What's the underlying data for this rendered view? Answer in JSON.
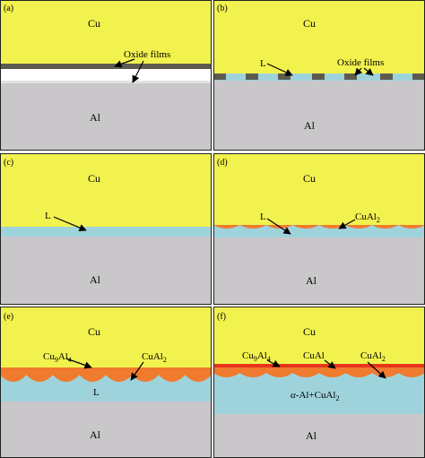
{
  "colors": {
    "copper": "#f2f24f",
    "aluminium": "#c9c7c9",
    "liquid": "#9fd3dc",
    "cual2": "#f07a2e",
    "cu9al4": "#e8351c",
    "oxide": "#5d5b50",
    "frame": "#222222"
  },
  "panels": [
    {
      "id": "a",
      "tag": "(a)",
      "cu": "Cu",
      "al": "Al",
      "annotations": [
        "Oxide films"
      ]
    },
    {
      "id": "b",
      "tag": "(b)",
      "cu": "Cu",
      "al": "Al",
      "annotations": [
        "L",
        "Oxide films"
      ]
    },
    {
      "id": "c",
      "tag": "(c)",
      "cu": "Cu",
      "al": "Al",
      "annotations": [
        "L"
      ]
    },
    {
      "id": "d",
      "tag": "(d)",
      "cu": "Cu",
      "al": "Al",
      "annotations": [
        "L",
        "CuAl",
        "2"
      ]
    },
    {
      "id": "e",
      "tag": "(e)",
      "cu": "Cu",
      "al": "Al",
      "annotations": [
        "Cu",
        "9",
        "Al",
        "4",
        "CuAl",
        "2",
        "L"
      ]
    },
    {
      "id": "f",
      "tag": "(f)",
      "cu": "Cu",
      "al": "Al",
      "annotations": [
        "Cu",
        "9",
        "Al",
        "4",
        "CuAl",
        "CuAl",
        "2",
        "α",
        "-Al+CuAl",
        "2"
      ]
    }
  ]
}
